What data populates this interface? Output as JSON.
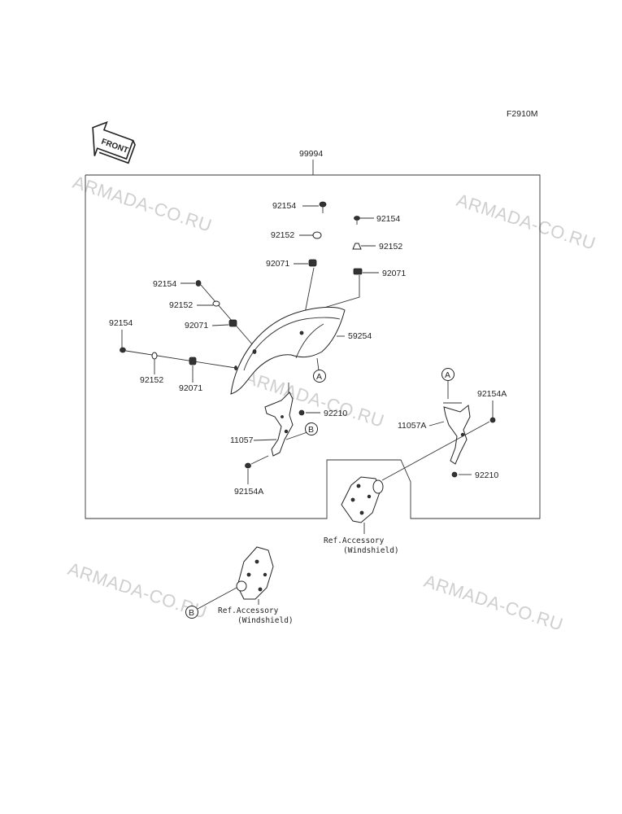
{
  "figure_code": "F2910M",
  "front_arrow_label": "FRONT",
  "kit_number": "99994",
  "watermark": "ARMADA-CO.RU",
  "callouts": {
    "a": "A",
    "b": "B"
  },
  "parts": {
    "bolt": "92154",
    "bolt_a": "92154A",
    "washer": "92152",
    "grommet": "92071",
    "nut": "92210",
    "fender": "59254",
    "bracket": "11057",
    "bracket_a": "11057A"
  },
  "reference": {
    "line1": "Ref.Accessory",
    "line2": "(Windshield)"
  }
}
